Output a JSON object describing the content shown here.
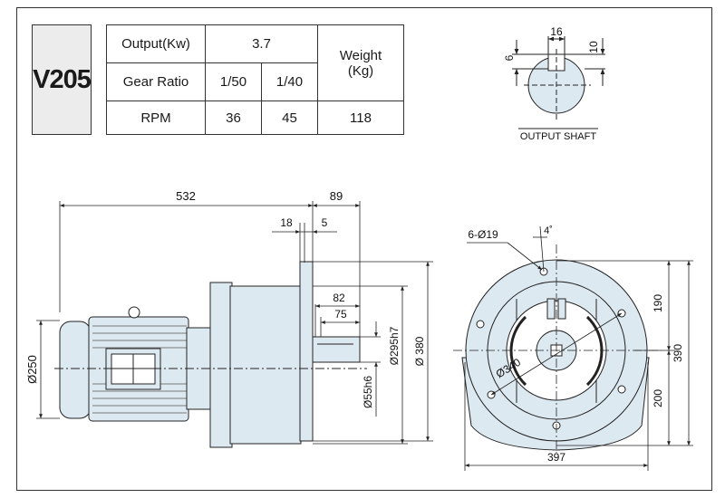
{
  "model": "V205",
  "spec_table": {
    "output_label": "Output(Kw)",
    "output_value": "3.7",
    "gear_ratio_label": "Gear Ratio",
    "ratio_1": "1/50",
    "ratio_2": "1/40",
    "rpm_label": "RPM",
    "rpm_1": "36",
    "rpm_2": "45",
    "weight_label_1": "Weight",
    "weight_label_2": "(Kg)",
    "weight_value": "118"
  },
  "output_shaft": {
    "caption": "OUTPUT SHAFT",
    "key_width": "16",
    "key_height": "10",
    "key_depth": "6"
  },
  "side_view": {
    "dim_overall": "532",
    "dim_shaft_extent": "89",
    "dim_flange_18": "18",
    "dim_flange_5": "5",
    "dim_82": "82",
    "dim_75": "75",
    "dim_motor_dia": "Ø250",
    "dim_shaft_dia": "Ø55h6",
    "dim_pilot_dia": "Ø295h7",
    "dim_flange_dia": "Ø 380"
  },
  "front_view": {
    "dim_holes": "6-Ø19",
    "dim_angle": "4˚",
    "dim_pcd": "Ø340",
    "dim_190": "190",
    "dim_200": "200",
    "dim_390": "390",
    "dim_397": "397"
  },
  "colors": {
    "housing_fill": "#dde9f1",
    "line": "#222222",
    "model_box_fill": "#ececec"
  }
}
